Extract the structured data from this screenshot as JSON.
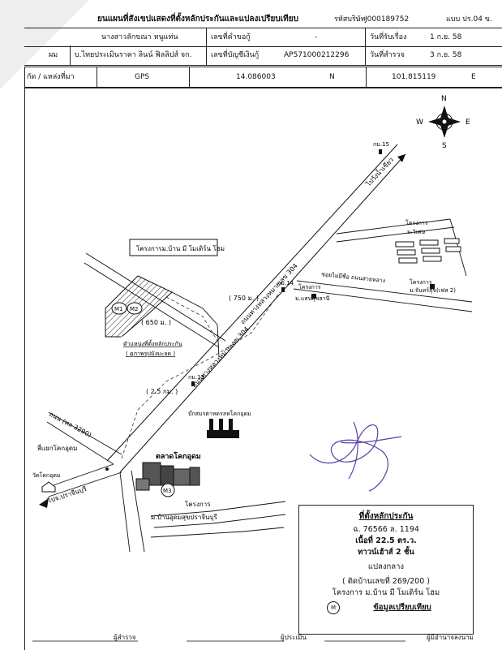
{
  "header": {
    "title": "ยนแผนที่สังเขปแสดงที่ตั้งหลักประกันและแปลงเปรียบเทียบ",
    "company_code_label": "รหัสบริษัท",
    "company_code": "J000189752",
    "form_label": "แบบ ปร.04 ข.",
    "customer": "นางสาวลักขณา หนูแท่น",
    "loan_no_label": "เลขที่คำขอกู้",
    "loan_no": "-",
    "received_label": "วันที่รับเรื่อง",
    "received_date": "1 ก.ย. 58",
    "appraiser_label": "ผม",
    "appraiser": "บ.ไทยประเมินราคา ลินน์ ฟิลลิปส์ จก.",
    "account_label": "เลขที่บัญชีเงินกู้",
    "account_no": "AP571000212296",
    "survey_label": "วันที่สำรวจ",
    "survey_date": "3 ก.ย. 58",
    "location_label": "กัด / แหล่งที่มา",
    "gps_label": "GPS",
    "lat": "14.086003",
    "lat_dir": "N",
    "lon": "101.815119",
    "lon_dir": "E"
  },
  "compass": {
    "n": "N",
    "s": "S",
    "e": "E",
    "w": "W"
  },
  "map": {
    "km15": "กม.15",
    "to_wangnamkhiao": "ไปวังน้ำเขียว",
    "km14": "กม.14",
    "km13": "กม.13",
    "road304_a": "ถนนทางหลวงหมายเลข 304",
    "road304_b": "ถนนทางหลวงหมายเลข 304",
    "project_label": "โครงการม.บ้าน มี โมเดิร์น โฮม",
    "m1": "M1",
    "m2": "M2",
    "m3": "M3",
    "dist_750": "( 750 ม. )",
    "dist_650": "( 650 ม. )",
    "dist_25km": "( 2.5 กม. )",
    "collateral_1": "ตำแหน่งที่ตั้งหลักประกัน",
    "collateral_2": "( ดูภาพรูปมังมะลด )",
    "housing_project": "โครงการ",
    "housing_project_2": "ม.วิเศษ",
    "soi": "ซอยไม่มีชื่อ ถนนสายหลาง",
    "project_north": "โครงการ",
    "project_north_2": "ม.จันทร์สุข(เฟส 2)",
    "project_mid": "โครงการ",
    "project_mid_2": "ม.แสนสุขธานี",
    "factory": "บ๊กสมรตาหดรลหโคกอุดม",
    "road3290": "ถนน (ทล 3290)",
    "junction": "สี่แยกโคกอุดม",
    "temple": "วัดโคกอุดม",
    "market": "ตลาดโคกอุดม",
    "to_prachinburi": "ไปจ.ปราจีนบุรี",
    "project_south": "โครงการ",
    "project_south_2": "ม.บ้านอุดมสุขปราจีนบุรี"
  },
  "info": {
    "title": "ที่ตั้งหลักประกัน",
    "deed": "ฉ. 76566 ล. 1194",
    "area": "เนื้อที่ 22.5 ตร.ว.",
    "type": "ทาวน์เฮ้าส์ 2 ชั้น",
    "plot": "แปลงกลาง",
    "address": "( ติดบ้านเลขที่ 269/200 )",
    "project": "โครงการ ม.บ้าน มี โมเดิร์น โฮม",
    "marker": "M",
    "compare": "ข้อมูลเปรียบเทียบ"
  },
  "footer": {
    "surveyor": "ผู้สำรวจ",
    "appraiser": "ผู้ประเมิน",
    "approver": "ผู้มีอำนาจลงนาม"
  }
}
